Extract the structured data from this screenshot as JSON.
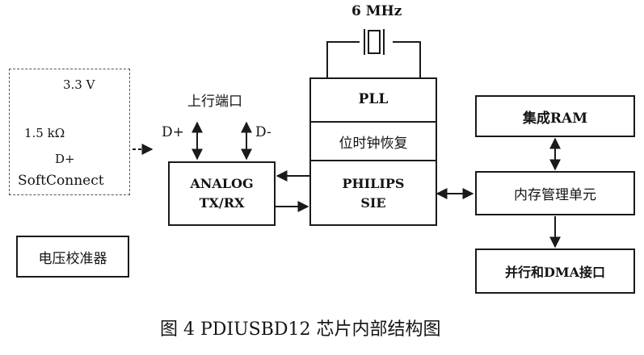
{
  "crystal": {
    "frequency": "6 MHz"
  },
  "softconnect": {
    "voltage": "3.3 V",
    "resistor": "1.5 kΩ",
    "pin": "D+",
    "name": "SoftConnect"
  },
  "upstream": {
    "label": "上行端口",
    "d_plus": "D+",
    "d_minus": "D-"
  },
  "blocks": {
    "analog": [
      "ANALOG",
      "TX/RX"
    ],
    "pll": "PLL",
    "clock_recovery": "位时钟恢复",
    "sie": [
      "PHILIPS",
      "SIE"
    ],
    "ram": "集成RAM",
    "memory_mgmt": "内存管理单元",
    "dma": "并行和DMA接口",
    "regulator": "电压校准器"
  },
  "caption": "图 4   PDIUSBD12 芯片内部结构图"
}
